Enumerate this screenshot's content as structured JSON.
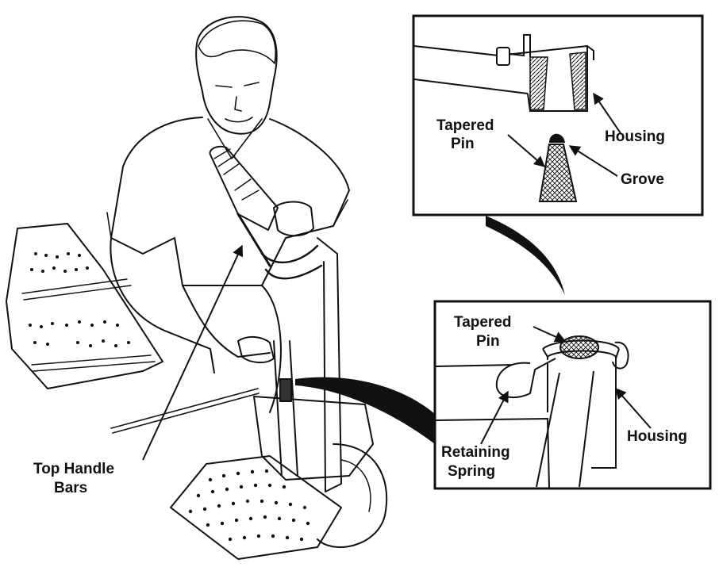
{
  "labels": {
    "top_handle_bars_line1": "Top Handle",
    "top_handle_bars_line2": "Bars",
    "inset_top": {
      "tapered_pin_line1": "Tapered",
      "tapered_pin_line2": "Pin",
      "housing": "Housing",
      "grove": "Grove"
    },
    "inset_bottom": {
      "tapered_pin_line1": "Tapered",
      "tapered_pin_line2": "Pin",
      "housing": "Housing",
      "retaining_spring_line1": "Retaining",
      "retaining_spring_line2": "Spring"
    }
  },
  "colors": {
    "ink": "#111111",
    "paper": "#ffffff"
  }
}
